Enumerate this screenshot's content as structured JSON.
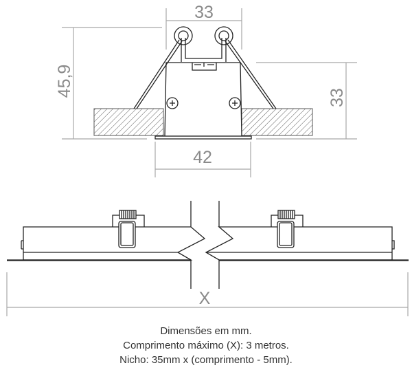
{
  "top_view": {
    "dim_top_width": "33",
    "dim_total_height": "45,9",
    "dim_body_height": "33",
    "dim_flange_width": "42"
  },
  "side_view": {
    "dim_length": "X"
  },
  "notes": [
    "Dimensões em mm.",
    "Comprimento máximo (X): 3 metros.",
    "Nicho: 35mm x (comprimento - 5mm)."
  ],
  "colors": {
    "dimension": "#a8a8a8",
    "outline": "#222222"
  }
}
